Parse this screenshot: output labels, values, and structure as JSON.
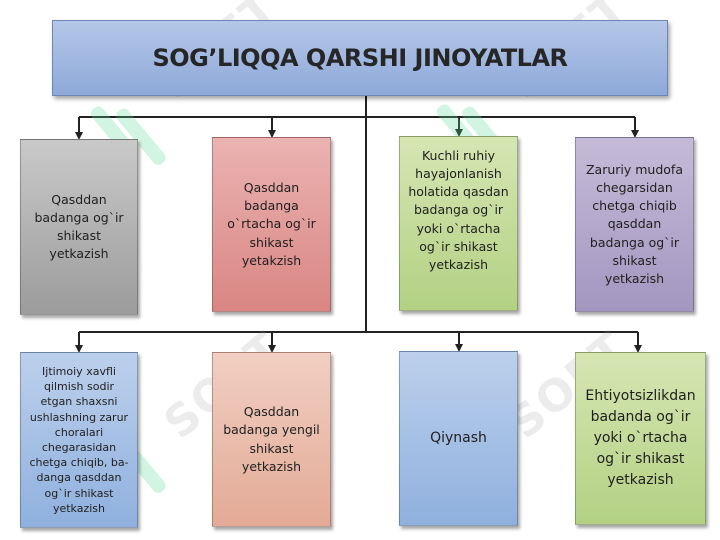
{
  "title": "SOG’LIQQA QARSHI JINOYATLAR",
  "watermark": "SOFT",
  "top_row": [
    {
      "label": "Qasddan\nbadanga og`ir\nshikast\nyetkazish",
      "color": "#b3b3b3"
    },
    {
      "label": "Qasddan\nbadanga\no`rtacha og`ir\nshikast\nyetakzish",
      "color": "#e09c99"
    },
    {
      "label": "Kuchli ruhiy\nhayajonlanish\nholatida qasdan\nbadanga og`ir\nyoki o`rtacha\nog`ir shikast\nyetkazish",
      "color": "#c4dc9b"
    },
    {
      "label": "Zaruriy mudofa\nchegarsidan\nchetga chiqib\nqasddan\nbadanga og`ir\nshikast\nyetkazish",
      "color": "#b4a9cc"
    }
  ],
  "bottom_row": [
    {
      "label": "Ijtimoiy xavfli\nqilmish sodir\netgan shaxsni\nushlashning zarur\nchoralari\nchegarasidan\nchetga chiqib, ba-\ndanga qasddan\nog`ir shikast\nyetkazish",
      "color": "#a6c0e5"
    },
    {
      "label": "Qasddan\nbadanga yengil\nshikast\nyetkazish",
      "color": "#ebbcab"
    },
    {
      "label": "Qiynash",
      "color": "#a6c0e5"
    },
    {
      "label": "Ehtiyotsizlikdan\nbadanda og`ir\nyoki o`rtacha\nog`ir shikast\nyetkazish",
      "color": "#c4dc9b"
    }
  ]
}
